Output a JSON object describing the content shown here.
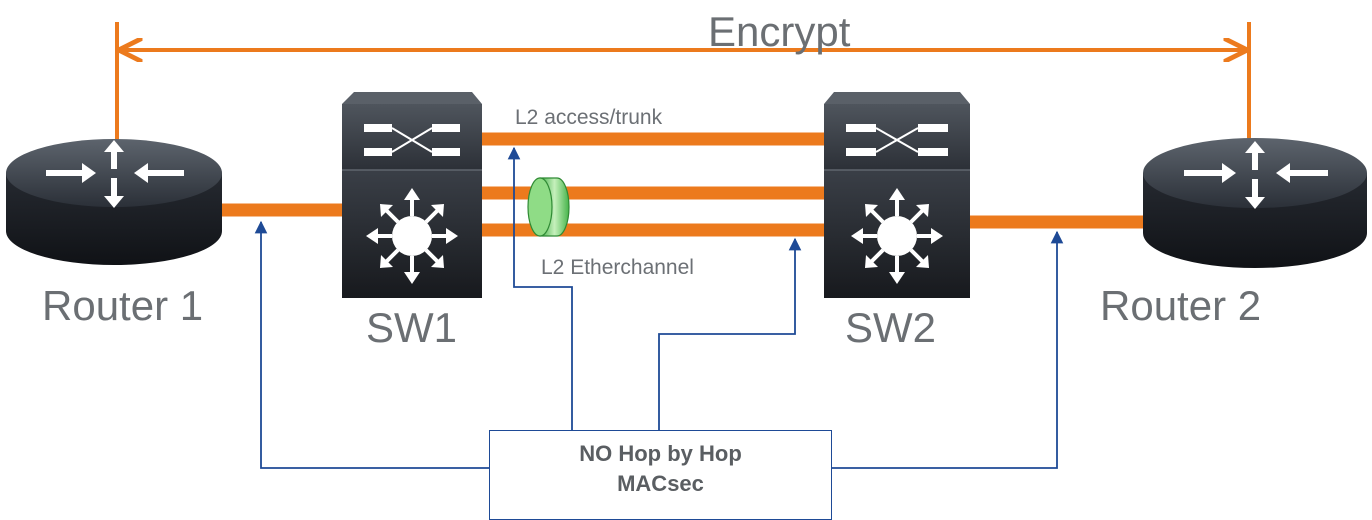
{
  "diagram": {
    "title": "Encrypt",
    "devices": {
      "router1": "Router 1",
      "sw1": "SW1",
      "sw2": "SW2",
      "router2": "Router 2"
    },
    "links": {
      "access_trunk": "L2 access/trunk",
      "etherchannel": "L2 Etherchannel"
    },
    "note": {
      "line1": "NO Hop by Hop",
      "line2": "MACsec"
    },
    "colors": {
      "link": "#ec7a1d",
      "arrow": "#1e4a96",
      "device": "#22262c",
      "text": "#6b6f73",
      "etherchannel_bundle": "#5cc45a"
    },
    "icons": [
      "router-icon",
      "switch-icon",
      "etherchannel-bundle-icon"
    ]
  }
}
